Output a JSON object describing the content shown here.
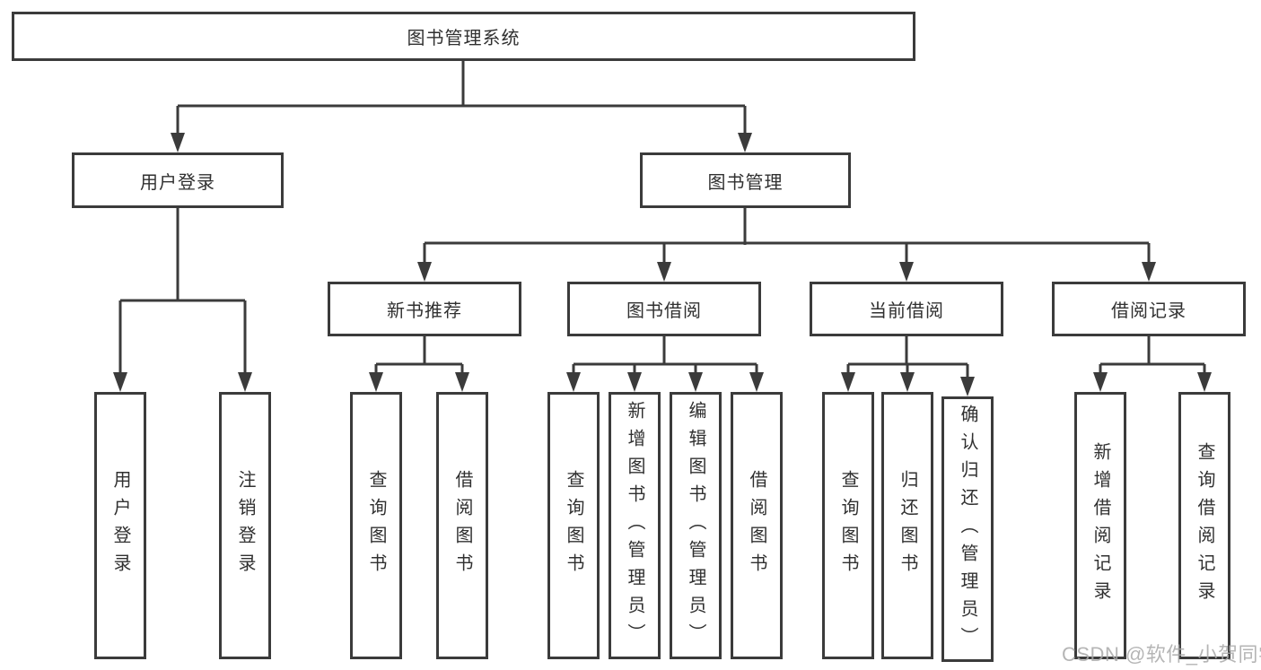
{
  "tree": {
    "root": "图书管理系统",
    "login": {
      "label": "用户登录",
      "children": [
        "用户登录",
        "注销登录"
      ]
    },
    "manage": {
      "label": "图书管理",
      "groups": [
        {
          "label": "新书推荐",
          "children": [
            "查询图书",
            "借阅图书"
          ]
        },
        {
          "label": "图书借阅",
          "children": [
            "查询图书",
            "新增图书（管理员）",
            "编辑图书（管理员）",
            "借阅图书"
          ]
        },
        {
          "label": "当前借阅",
          "children": [
            "查询图书",
            "归还图书",
            "确认归还（管理员）"
          ]
        },
        {
          "label": "借阅记录",
          "children": [
            "新增借阅记录",
            "查询借阅记录"
          ]
        }
      ]
    }
  },
  "watermark": {
    "text": "CSDN @软件_小贺同学"
  },
  "colors": {
    "line": "#3b3b3b",
    "text": "#303030",
    "background": "#ffffff",
    "watermark": "#a9a9a9"
  }
}
